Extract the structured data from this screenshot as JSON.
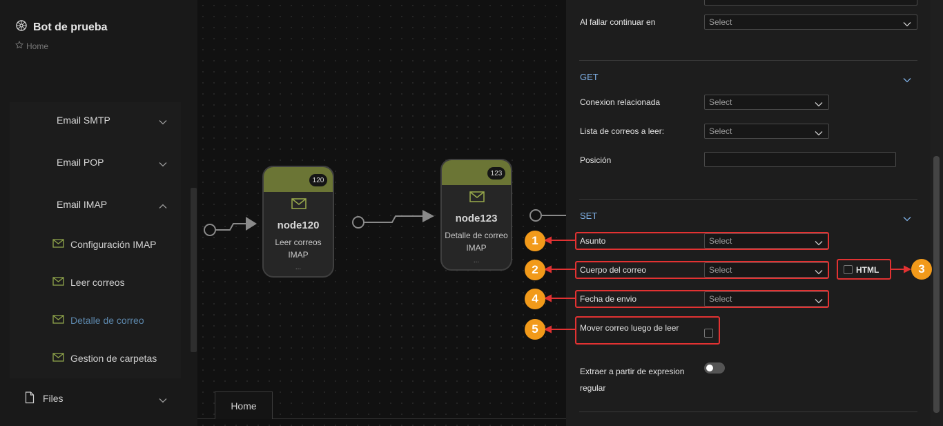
{
  "sidebar": {
    "app_title": "Bot de prueba",
    "breadcrumb": "Home",
    "items": [
      {
        "label": "Email SMTP"
      },
      {
        "label": "Email POP"
      },
      {
        "label": "Email IMAP"
      }
    ],
    "sub_items": [
      {
        "label": "Configuración IMAP"
      },
      {
        "label": "Leer correos"
      },
      {
        "label": "Detalle de correo"
      },
      {
        "label": "Gestion de carpetas"
      }
    ],
    "files_label": "Files"
  },
  "canvas": {
    "nodes": [
      {
        "badge": "120",
        "title": "node120",
        "desc_line1": "Leer correos",
        "desc_line2": "IMAP",
        "more": "..."
      },
      {
        "badge": "123",
        "title": "node123",
        "desc_line1": "Detalle de correo",
        "desc_line2": "IMAP",
        "more": "..."
      }
    ],
    "tab_label": "Home"
  },
  "panel": {
    "on_fail_label": "Al fallar continuar en",
    "on_fail_value": "Select",
    "get_section": {
      "title": "GET",
      "fields": [
        {
          "label": "Conexion relacionada",
          "value": "Select"
        },
        {
          "label": "Lista de correos a leer:",
          "value": "Select"
        }
      ],
      "position_label": "Posición",
      "position_value": ""
    },
    "set_section": {
      "title": "SET",
      "fields": [
        {
          "label": "Asunto",
          "value": "Select"
        },
        {
          "label": "Cuerpo del correo",
          "value": "Select"
        },
        {
          "label": "Fecha de envio",
          "value": "Select"
        }
      ],
      "html_label": "HTML",
      "move_label": "Mover correo luego de leer",
      "extract_line1": "Extraer a partir de expresion",
      "extract_line2": "regular"
    }
  },
  "annotations": [
    "1",
    "2",
    "3",
    "4",
    "5"
  ],
  "colors": {
    "accent_orange": "#f29a1a",
    "highlight_red": "#e23232",
    "node_header": "#6b7535",
    "section_blue": "#7fb0e6",
    "active_link": "#5d88ad"
  }
}
